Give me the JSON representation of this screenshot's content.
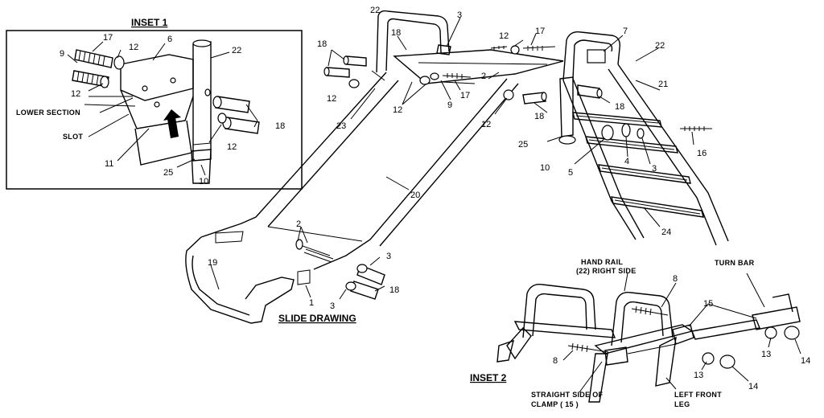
{
  "titles": {
    "inset1": "INSET 1",
    "slide": "SLIDE DRAWING",
    "inset2": "INSET 2"
  },
  "inset1": {
    "lower_section": "LOWER SECTION",
    "slot": "SLOT",
    "n17": "17",
    "n12a": "12",
    "n6": "6",
    "n22": "22",
    "n9": "9",
    "n12b": "12",
    "n11": "11",
    "n25": "25",
    "n10": "10",
    "n12c": "12",
    "n18": "18"
  },
  "main": {
    "n22a": "22",
    "n3a": "3",
    "n18a": "18",
    "n18b": "18",
    "n12a": "12",
    "n17a": "17",
    "n7": "7",
    "n22b": "22",
    "n12b": "12",
    "n2a": "2",
    "n12c": "12",
    "n9": "9",
    "n17b": "17",
    "n12d": "12",
    "n23": "23",
    "n18c": "18",
    "n18d": "18",
    "n21": "21",
    "n25": "25",
    "n16": "16",
    "n10": "10",
    "n4": "4",
    "n5": "5",
    "n3b": "3",
    "n20": "20",
    "n24": "24",
    "n2b": "2",
    "n3c": "3",
    "n18e": "18",
    "n19": "19",
    "n1": "1",
    "n3d": "3"
  },
  "inset2": {
    "hand_rail_1": "HAND RAIL",
    "hand_rail_2": "(22) RIGHT SIDE",
    "turn_bar": "TURN BAR",
    "straight_1": "STRAIGHT SIDE OF",
    "straight_2": "CLAMP ( 15 )",
    "left_front_1": "LEFT FRONT",
    "left_front_2": "LEG",
    "n8a": "8",
    "n15": "15",
    "n8b": "8",
    "n13a": "13",
    "n14a": "14",
    "n13b": "13",
    "n14b": "14"
  }
}
